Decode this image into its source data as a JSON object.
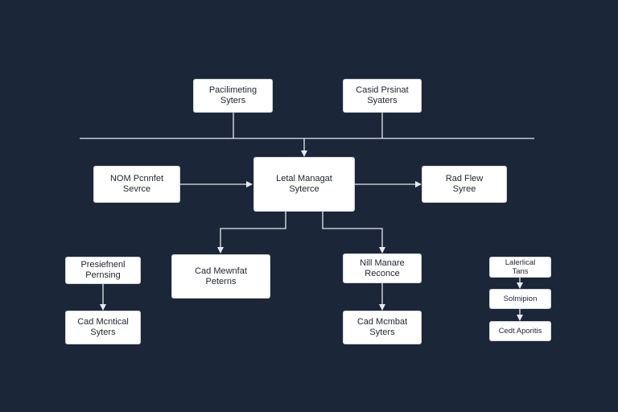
{
  "diagram": {
    "nodes": [
      {
        "id": "top-left",
        "label": "Pacilimeting\nSyters"
      },
      {
        "id": "top-right",
        "label": "Casid Prsinat\nSyaters"
      },
      {
        "id": "left",
        "label": "NOM Pcnnfet\nSevrce"
      },
      {
        "id": "center",
        "label": "Letal Managat\nSyterce"
      },
      {
        "id": "right",
        "label": "Rad Flew\nSyree"
      },
      {
        "id": "mid-left",
        "label": "Cad Mewnfat\nPeterns"
      },
      {
        "id": "mid-right",
        "label": "Nill Manare\nReconce"
      },
      {
        "id": "far-left-top",
        "label": "Presiefnenl\nPernsing"
      },
      {
        "id": "far-left-bottom",
        "label": "Cad Mcntical\nSyters"
      },
      {
        "id": "bottom-right",
        "label": "Cad Mcmbat\nSyters"
      },
      {
        "id": "side-1",
        "label": "Lalerlical\nTans"
      },
      {
        "id": "side-2",
        "label": "Solmipion"
      },
      {
        "id": "side-3",
        "label": "Cedt Aporitis"
      }
    ]
  }
}
